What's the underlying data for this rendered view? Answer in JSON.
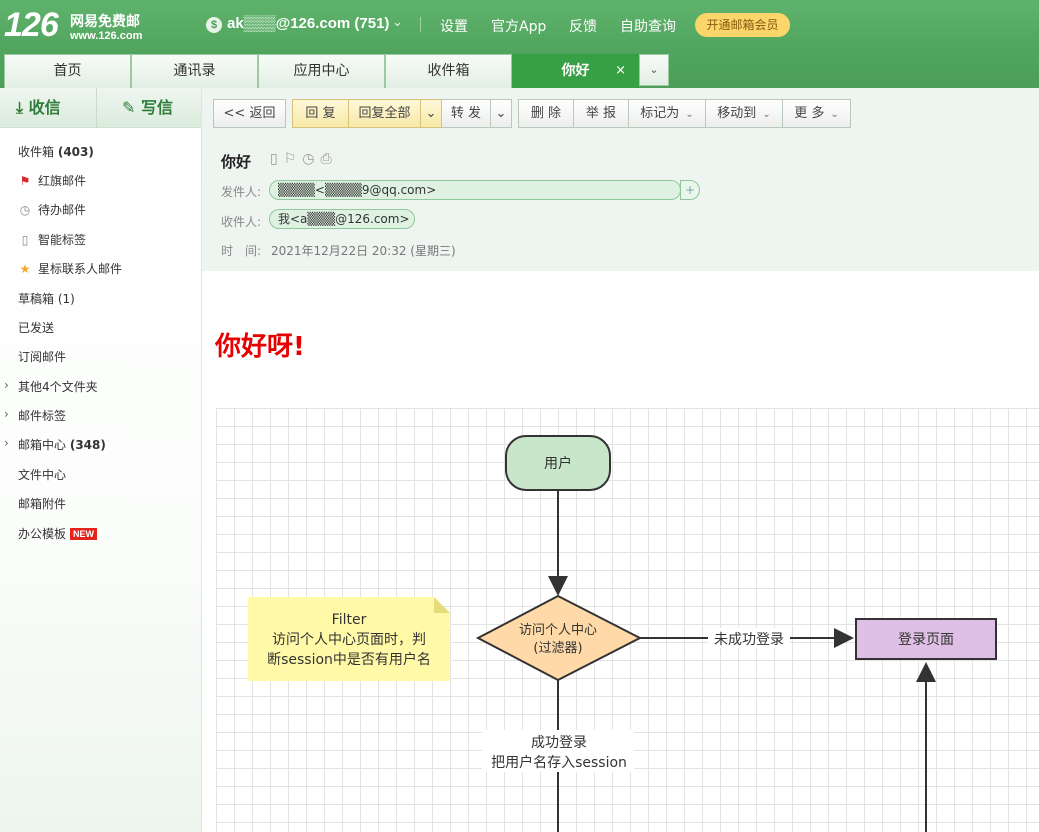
{
  "header": {
    "logo_num": "126",
    "logo_cn": "网易免费邮",
    "logo_url": "www.126.com",
    "account_coin": "$",
    "account": "ak▒▒▒@126.com (751)",
    "links": [
      "设置",
      "官方App",
      "反馈",
      "自助查询"
    ],
    "vip_button": "开通邮箱会员"
  },
  "tabs": [
    {
      "label": "首页"
    },
    {
      "label": "通讯录"
    },
    {
      "label": "应用中心"
    },
    {
      "label": "收件箱"
    },
    {
      "label": "你好"
    }
  ],
  "tab_close": "×",
  "tab_more": "⌄",
  "sidebar": {
    "receive": "收信",
    "write": "写信",
    "folders": [
      {
        "label": "收件箱",
        "count": "(403)"
      },
      {
        "label": "红旗邮件"
      },
      {
        "label": "待办邮件"
      },
      {
        "label": "智能标签"
      },
      {
        "label": "星标联系人邮件"
      },
      {
        "label": "草稿箱",
        "count": "(1)"
      },
      {
        "label": "已发送"
      },
      {
        "label": "订阅邮件"
      },
      {
        "label": "其他4个文件夹"
      },
      {
        "label": "邮件标签"
      },
      {
        "label": "邮箱中心",
        "count": "(348)"
      },
      {
        "label": "文件中心"
      },
      {
        "label": "邮箱附件"
      },
      {
        "label": "办公模板",
        "badge": "NEW"
      }
    ]
  },
  "toolbar": {
    "back": "<< 返回",
    "reply": "回 复",
    "reply_all": "回复全部",
    "forward": "转 发",
    "delete": "删 除",
    "report": "举 报",
    "mark_as": "标记为",
    "move_to": "移动到",
    "more": "更 多"
  },
  "mail": {
    "subject": "你好",
    "from_label": "发件人:",
    "from_value": "▒▒▒▒<▒▒▒▒9@qq.com>",
    "to_label": "收件人:",
    "to_value": "我<a▒▒▒@126.com>",
    "time_label": "时　间:",
    "time_value": "2021年12月22日 20:32 (星期三)",
    "body_text": "你好呀!"
  },
  "diagram": {
    "user": "用户",
    "decision_line1": "访问个人中心",
    "decision_line2": "(过滤器)",
    "note_title": "Filter",
    "note_line1": "访问个人中心页面时，判",
    "note_line2": "断session中是否有用户名",
    "edge_fail": "未成功登录",
    "login_page": "登录页面",
    "edge_success_line1": "成功登录",
    "edge_success_line2": "把用户名存入session"
  },
  "colors": {
    "header_green": "#52a65f",
    "active_tab": "#37a044",
    "vip_yellow": "#fbd66b",
    "user_node": "#c8e6c9",
    "decision_node": "#ffd9a8",
    "login_node": "#e0bfe6",
    "note": "#fff9a8",
    "body_red": "#e60000"
  }
}
